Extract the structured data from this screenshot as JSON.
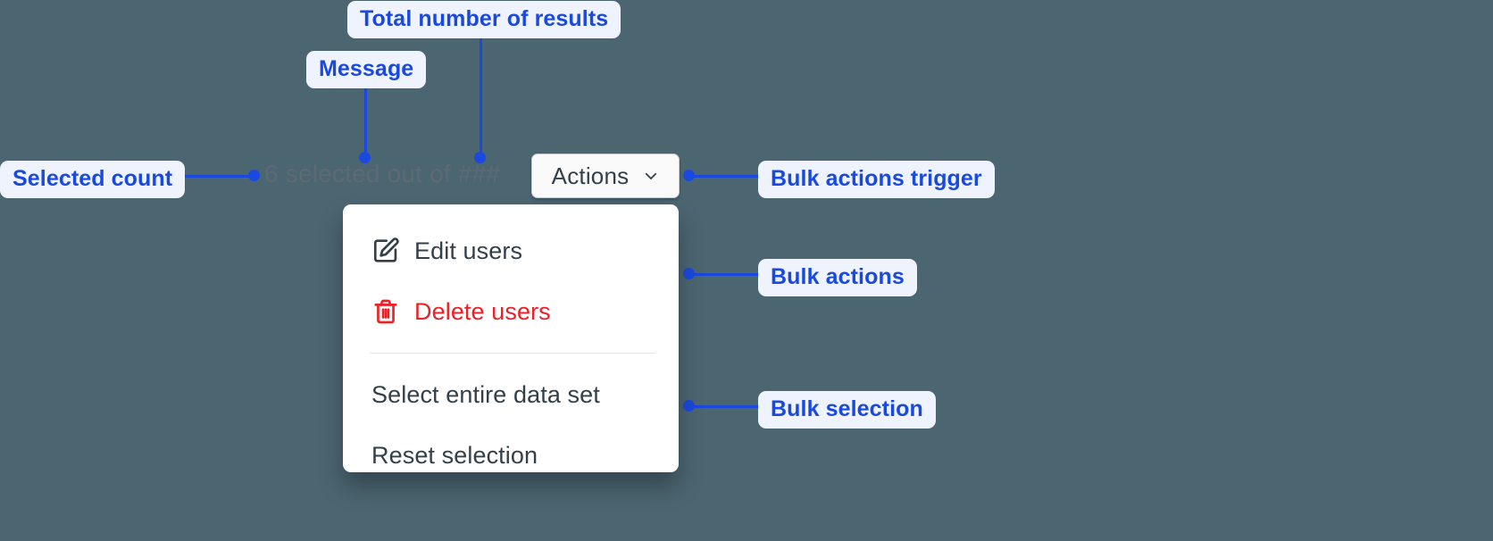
{
  "canvas": {
    "background": "#4c6671",
    "annotation_color": "#1a49e0",
    "annotation_pill_background": "#eef3fe",
    "danger_color": "#ec2027"
  },
  "selection_bar": {
    "message": "6 selected out of ###",
    "selected_count": "6",
    "total_placeholder": "###"
  },
  "trigger": {
    "label": "Actions",
    "chevron_icon": "chevron-down-icon"
  },
  "menu": {
    "groups": [
      {
        "name": "bulk-actions",
        "items": [
          {
            "label": "Edit users",
            "icon": "edit-square-pencil-icon",
            "variant": "default"
          },
          {
            "label": "Delete users",
            "icon": "trash-icon",
            "variant": "danger"
          }
        ]
      },
      {
        "name": "bulk-selection",
        "items": [
          {
            "label": "Select entire data set",
            "icon": "",
            "variant": "default"
          },
          {
            "label": "Reset selection",
            "icon": "",
            "variant": "default"
          }
        ]
      }
    ]
  },
  "annotations": [
    {
      "id": "total-number-of-results",
      "label": "Total number of results"
    },
    {
      "id": "message",
      "label": "Message"
    },
    {
      "id": "selected-count",
      "label": "Selected count"
    },
    {
      "id": "bulk-actions-trigger",
      "label": "Bulk actions trigger"
    },
    {
      "id": "bulk-actions",
      "label": "Bulk actions"
    },
    {
      "id": "bulk-selection",
      "label": "Bulk selection"
    }
  ]
}
